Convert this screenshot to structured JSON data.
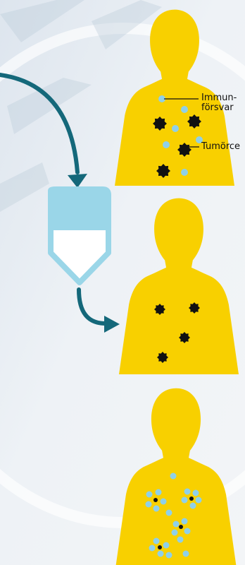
{
  "labels": {
    "immune_line1": "Immun-",
    "immune_line2": "försvar",
    "tumor": "Tumörce"
  },
  "colors": {
    "body": "#f8d000",
    "tumor": "#111111",
    "immune_cell": "#8fd0e8",
    "arrow": "#14687a",
    "bag_outline": "#9ad6e8"
  },
  "icons": [
    "curved-arrow-icon",
    "infusion-bag-icon",
    "tumor-cell-icon",
    "immune-cell-icon"
  ]
}
